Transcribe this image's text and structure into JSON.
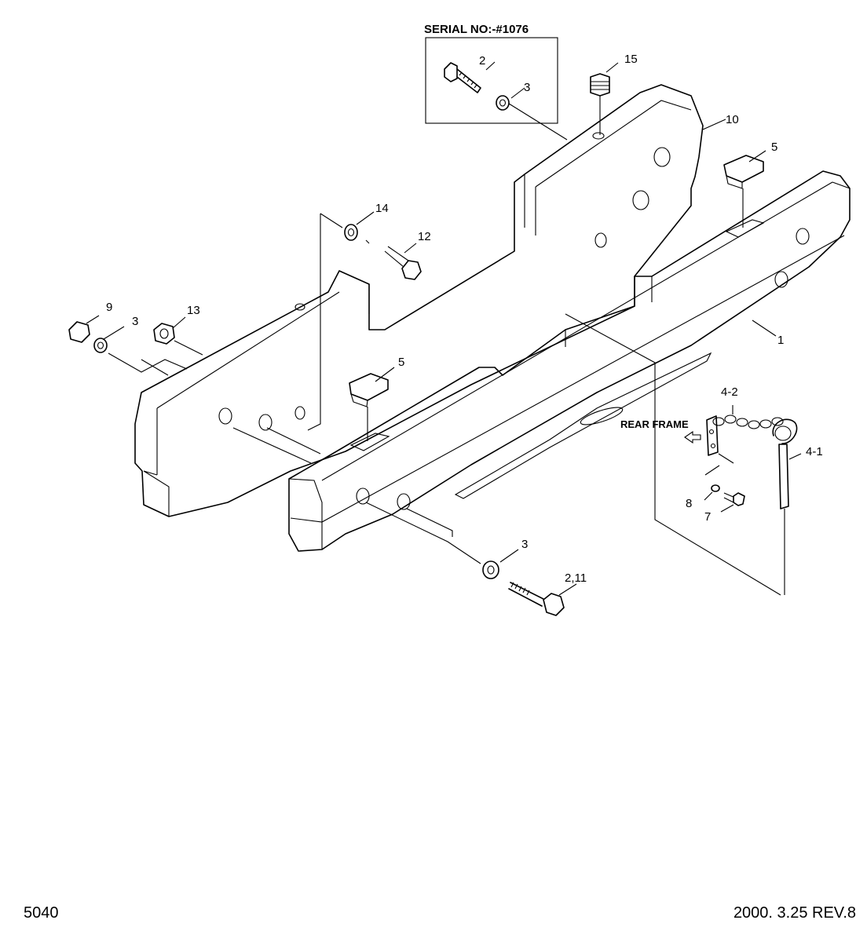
{
  "serial_box": {
    "title": "SERIAL NO:-#1076"
  },
  "callouts": {
    "c1": "1",
    "c2_top": "2",
    "c3_top": "3",
    "c15": "15",
    "c10": "10",
    "c5_right": "5",
    "c14": "14",
    "c12": "12",
    "c9": "9",
    "c3_left": "3",
    "c13": "13",
    "c5_left": "5",
    "c4_2": "4-2",
    "c4_1": "4-1",
    "c8": "8",
    "c7": "7",
    "c3_bottom": "3",
    "c2_11": "2,11"
  },
  "rear_frame_label": "REAR FRAME",
  "footer": {
    "page_code": "5040",
    "revision": "2000. 3.25  REV.8"
  }
}
